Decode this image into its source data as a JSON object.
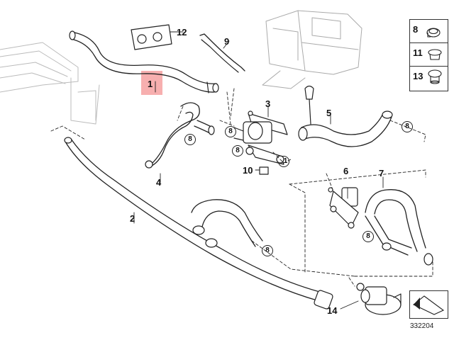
{
  "diagram": {
    "colors": {
      "line": "#222222",
      "hose_fill": "#ffffff",
      "shade": "#d9d9d9",
      "highlight": "#f06e6e"
    },
    "part_labels": [
      {
        "id": "1",
        "text": "1"
      },
      {
        "id": "2",
        "text": "2"
      },
      {
        "id": "3",
        "text": "3"
      },
      {
        "id": "4",
        "text": "4"
      },
      {
        "id": "5",
        "text": "5"
      },
      {
        "id": "6",
        "text": "6"
      },
      {
        "id": "7",
        "text": "7"
      },
      {
        "id": "9",
        "text": "9"
      },
      {
        "id": "10",
        "text": "10"
      },
      {
        "id": "12",
        "text": "12"
      },
      {
        "id": "14",
        "text": "14"
      }
    ],
    "clamp_callouts": [
      "8",
      "8",
      "8",
      "8",
      "8",
      "8",
      "11"
    ],
    "legend": [
      {
        "number": "8",
        "icon": "hose-clamp-icon"
      },
      {
        "number": "11",
        "icon": "grommet-icon"
      },
      {
        "number": "13",
        "icon": "plug-cap-icon"
      }
    ],
    "reference_number": "332204",
    "corner_icon": "arrow-pointer-icon"
  }
}
